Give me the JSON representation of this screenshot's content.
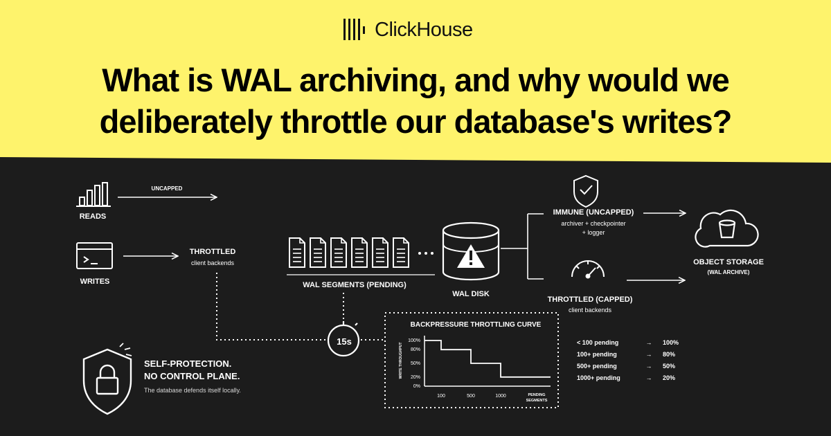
{
  "brand": {
    "name": "ClickHouse",
    "colors": {
      "yellow": "#fef36c",
      "dark": "#1c1c1c",
      "line": "#ffffff"
    }
  },
  "headline": {
    "line1": "What is WAL archiving, and why would we",
    "line2": "deliberately throttle our database's writes?"
  },
  "reads": {
    "label": "READS",
    "arrow_label": "UNCAPPED",
    "icon": "bar-chart-icon"
  },
  "writes": {
    "label": "WRITES",
    "icon": "terminal-icon"
  },
  "throttled_client": {
    "line1": "THROTTLED",
    "line2": "client backends"
  },
  "wal_segments": {
    "label": "WAL SEGMENTS (PENDING)",
    "icon": "document-icon"
  },
  "wal_disk": {
    "label": "WAL DISK",
    "icon": "database-warning-icon"
  },
  "immune": {
    "title": "IMMUNE (UNCAPPED)",
    "line1": "archiver + checkpointer",
    "line2": "+ logger",
    "icon": "shield-check-icon"
  },
  "throttled_capped": {
    "title": "THROTTLED (CAPPED)",
    "line1": "client backends",
    "icon": "gauge-icon"
  },
  "object_storage": {
    "line1": "OBJECT STORAGE",
    "line2": "(WAL ARCHIVE)",
    "icon": "cloud-bucket-icon"
  },
  "timer": {
    "label": "15s",
    "icon": "stopwatch-icon"
  },
  "self_protection": {
    "line1": "SELF-PROTECTION.",
    "line2": "NO CONTROL PLANE.",
    "line3": "The database defends itself locally.",
    "icon": "shield-lock-icon"
  },
  "curve": {
    "title": "BACKPRESSURE THROTTLING CURVE",
    "ylabel": "WRITE THROUGHPUT",
    "xlabel_line1": "PENDING",
    "xlabel_line2": "SEGMENTS",
    "y_ticks": [
      "100%",
      "80%",
      "50%",
      "20%",
      "0%"
    ],
    "x_ticks": [
      "100",
      "500",
      "1000"
    ]
  },
  "chart_data": {
    "type": "line",
    "title": "BACKPRESSURE THROTTLING CURVE",
    "xlabel": "PENDING SEGMENTS",
    "ylabel": "WRITE THROUGHPUT",
    "steps": [
      {
        "from": 0,
        "to": 100,
        "throughput": 100
      },
      {
        "from": 100,
        "to": 500,
        "throughput": 80
      },
      {
        "from": 500,
        "to": 1000,
        "throughput": 50
      },
      {
        "from": 1000,
        "to": null,
        "throughput": 20
      }
    ]
  },
  "table": [
    {
      "range": "< 100 pending",
      "arrow": "→",
      "value": "100%"
    },
    {
      "range": "100+ pending",
      "arrow": "→",
      "value": "80%"
    },
    {
      "range": "500+ pending",
      "arrow": "→",
      "value": "50%"
    },
    {
      "range": "1000+ pending",
      "arrow": "→",
      "value": "20%"
    }
  ]
}
